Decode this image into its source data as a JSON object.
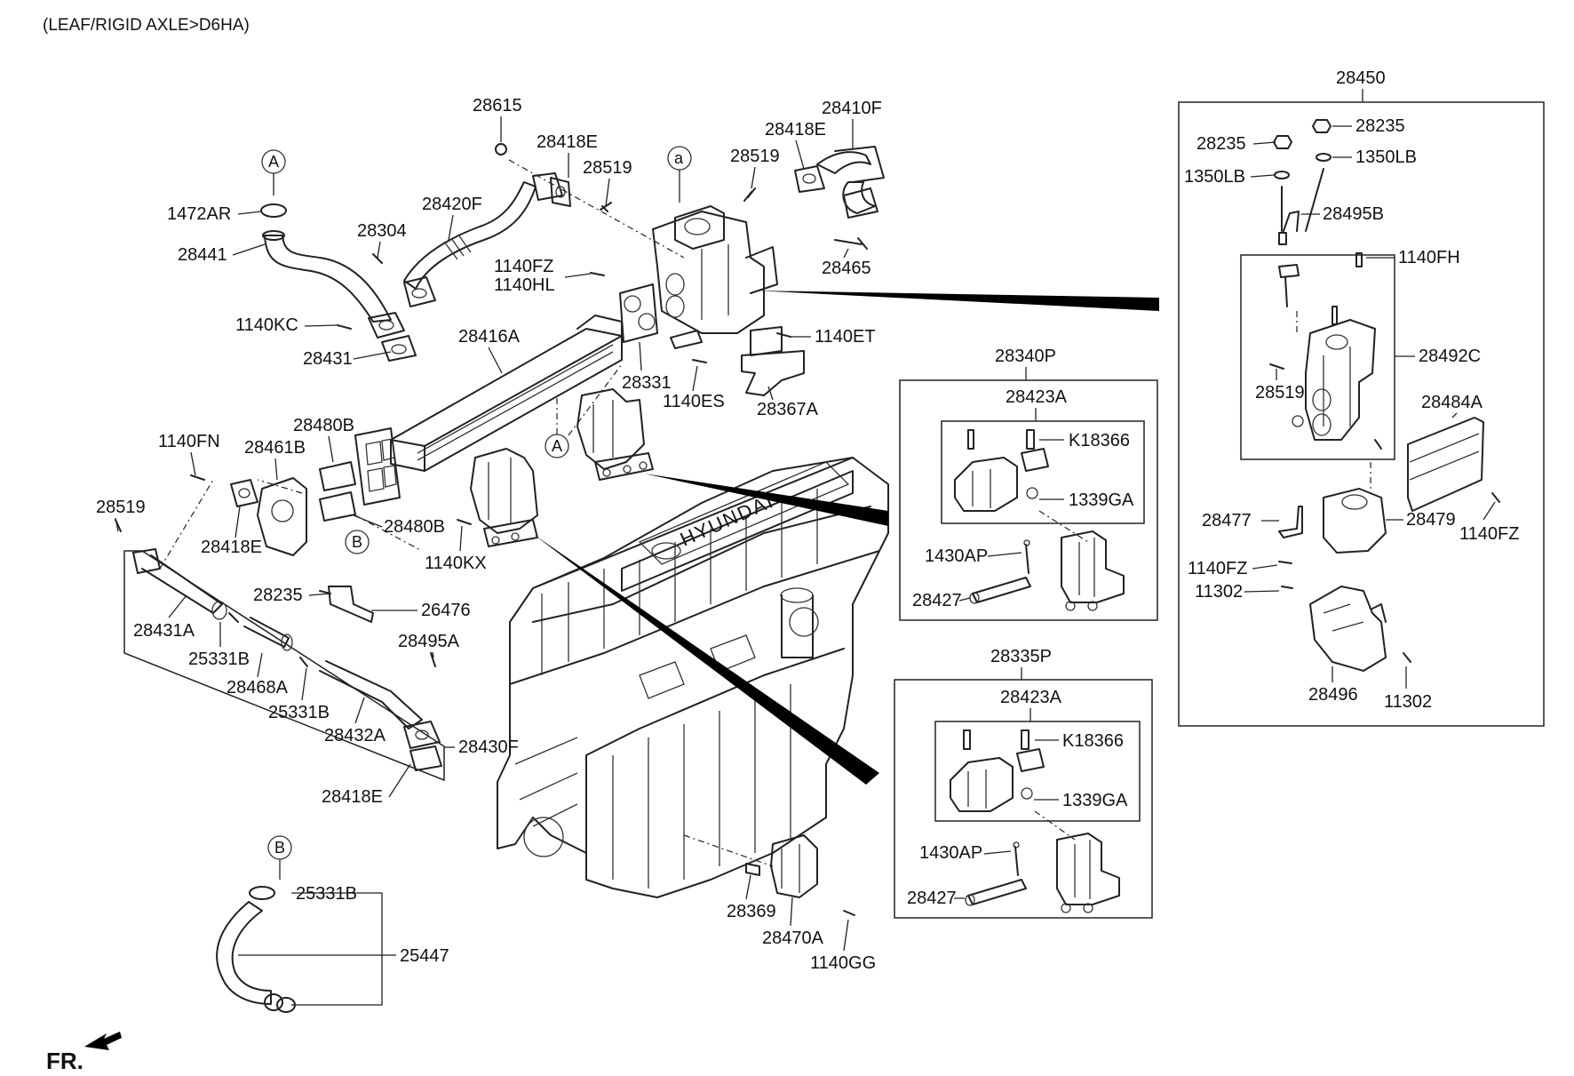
{
  "header": {
    "title": "(LEAF/RIGID AXLE>D6HA)"
  },
  "direction": {
    "label": "FR."
  },
  "refs": {
    "a_upper": "A",
    "a_lower": "A",
    "b_upper": "B",
    "b_lower": "B",
    "a_small": "a"
  },
  "labels": {
    "p28615": "28615",
    "p28410F": "28410F",
    "p28418E_1": "28418E",
    "p28418E_2": "28418E",
    "p28519_1": "28519",
    "p28519_2": "28519",
    "p28420F": "28420F",
    "p28304": "28304",
    "p1472AR": "1472AR",
    "p28441": "28441",
    "p1140FZ_1": "1140FZ",
    "p1140HL": "1140HL",
    "p28465": "28465",
    "p1140KC": "1140KC",
    "p28416A": "28416A",
    "p28431": "28431",
    "p1140ET": "1140ET",
    "p28331": "28331",
    "p1140ES": "1140ES",
    "p28367A": "28367A",
    "p28480B_1": "28480B",
    "p1140FN": "1140FN",
    "p28461B": "28461B",
    "p28519_3": "28519",
    "p28418E_3": "28418E",
    "p28480B_2": "28480B",
    "p1140KX": "1140KX",
    "p28235_1": "28235",
    "p26476": "26476",
    "p28431A": "28431A",
    "p25331B_1": "25331B",
    "p28468A": "28468A",
    "p28495A": "28495A",
    "p25331B_2": "25331B",
    "p28432A": "28432A",
    "p28430F": "28430F",
    "p28418E_4": "28418E",
    "p25331B_3": "25331B",
    "p25447": "25447",
    "p28369": "28369",
    "p28470A": "28470A",
    "p1140GG": "1140GG"
  },
  "box_28340P": {
    "title": "28340P",
    "inner_title": "28423A",
    "k18366": "K18366",
    "p1339GA": "1339GA",
    "p1430AP": "1430AP",
    "p28427": "28427"
  },
  "box_28335P": {
    "title": "28335P",
    "inner_title": "28423A",
    "k18366": "K18366",
    "p1339GA": "1339GA",
    "p1430AP": "1430AP",
    "p28427": "28427"
  },
  "box_28450": {
    "title": "28450",
    "p28235_l": "28235",
    "p28235_r": "28235",
    "p1350LB_l": "1350LB",
    "p1350LB_r": "1350LB",
    "p28495B": "28495B",
    "p1140FH": "1140FH",
    "p28492C": "28492C",
    "p28519": "28519",
    "p28484A": "28484A",
    "p28477": "28477",
    "p28479": "28479",
    "p1140FZ_a": "1140FZ",
    "p1140FZ_b": "1140FZ",
    "p11302_a": "11302",
    "p11302_b": "11302",
    "p28496": "28496"
  }
}
